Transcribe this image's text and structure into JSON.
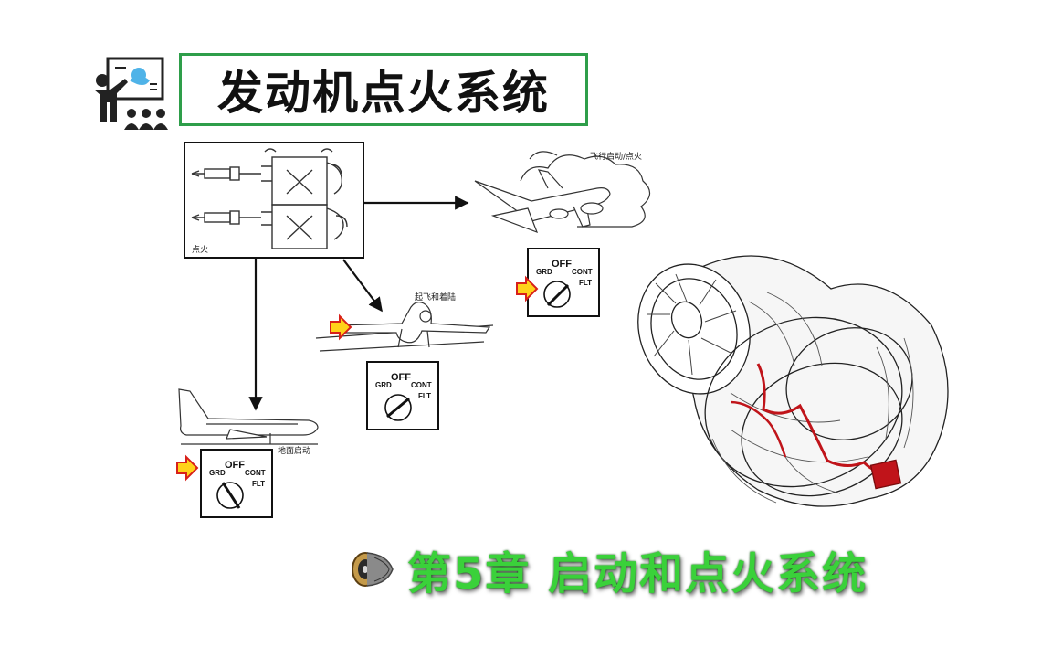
{
  "title": "发动机点火系统",
  "diagram": {
    "ignition_label": "点火",
    "flight_label": "飞行启动/点火",
    "takeoff_label": "起飞和着陆",
    "ground_label": "地面启动",
    "switch": {
      "grd": "GRD",
      "off": "OFF",
      "cont": "CONT",
      "flt": "FLT"
    }
  },
  "chapter_title": "第5章  启动和点火系统",
  "colors": {
    "title_border": "#2e9e4a",
    "chapter_text": "#3ad13a",
    "pointer_arrow_fill": "#ffd21a",
    "pointer_arrow_stroke": "#d8201a",
    "ignition_harness": "#c0141a"
  },
  "icons": [
    "teacher-presentation-icon",
    "engine-icon",
    "pointer-arrow-icon"
  ]
}
